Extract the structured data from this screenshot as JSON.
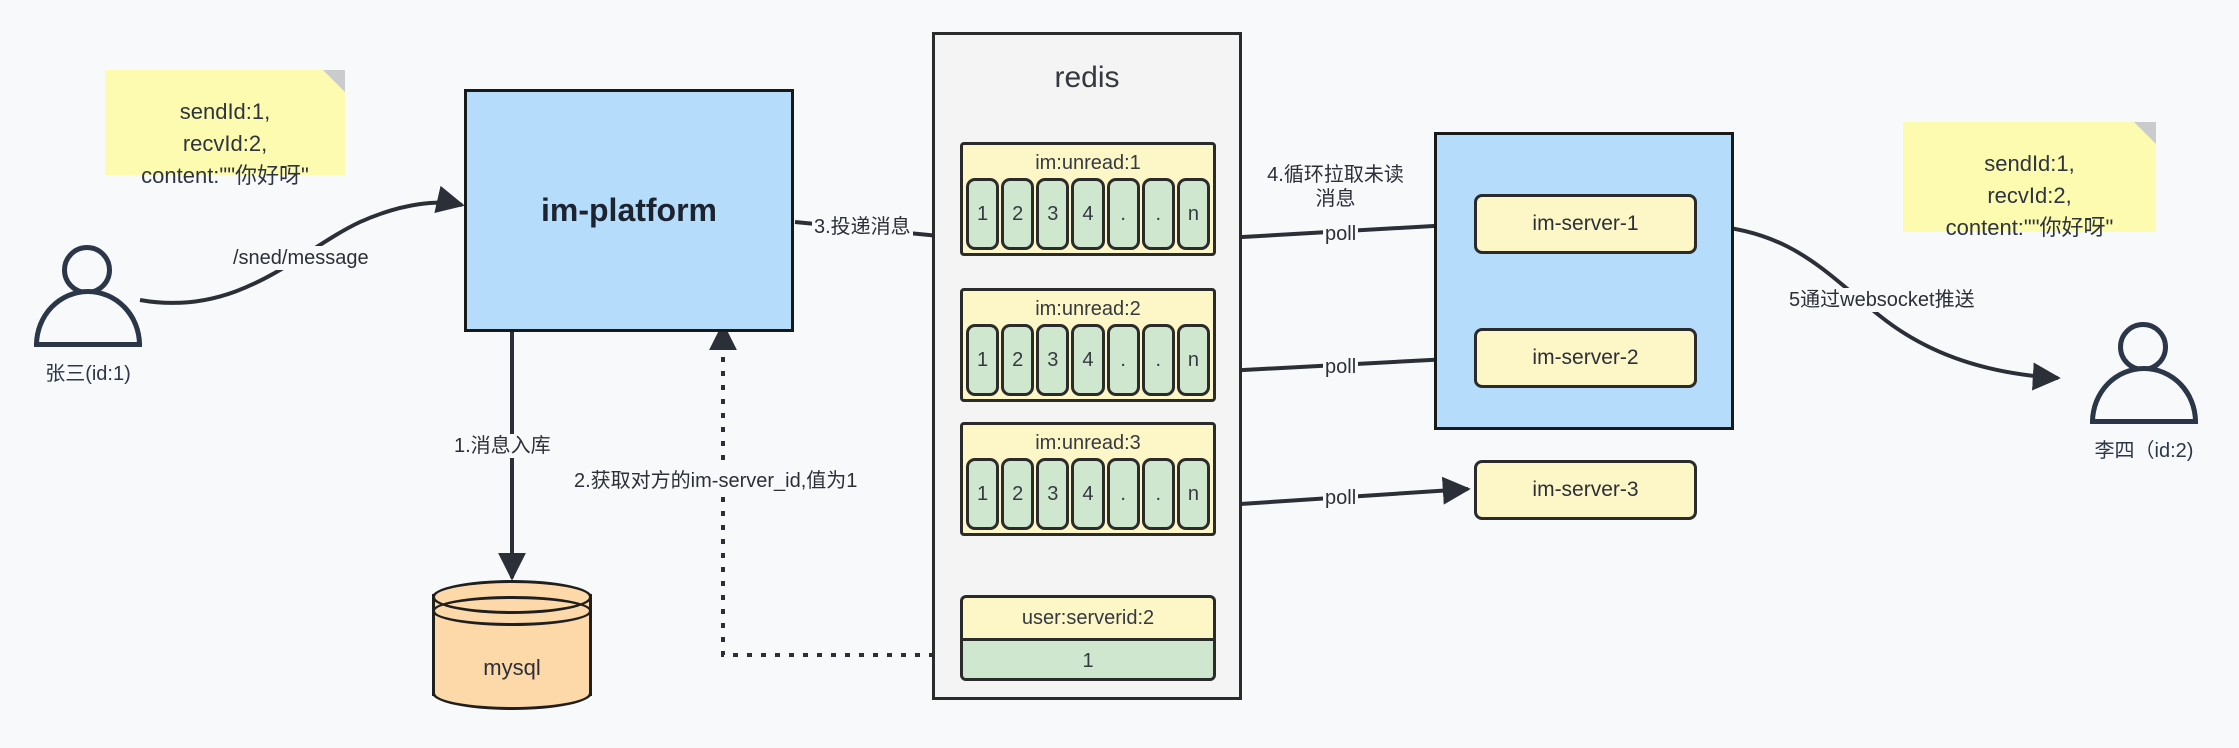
{
  "diagram": {
    "title": "IM message delivery architecture",
    "colors": {
      "background": "#f8f9fa",
      "sticky": "#fdfbb0",
      "platform_blue": "#b6dcfb",
      "queue_yellow": "#fdf6c7",
      "cell_green": "#cfe7cf",
      "mysql_orange": "#fdd8a8",
      "stroke": "#2b2b2b"
    }
  },
  "notes": {
    "left": {
      "lines": [
        "sendId:1,",
        "recvId:2,",
        "content:\"\"你好呀\""
      ]
    },
    "right": {
      "lines": [
        "sendId:1,",
        "recvId:2,",
        "content:\"\"你好呀\""
      ]
    }
  },
  "actors": {
    "sender": {
      "label": "张三(id:1)"
    },
    "receiver": {
      "label": "李四（id:2)"
    }
  },
  "platform": {
    "label": "im-platform"
  },
  "redis": {
    "title": "redis",
    "queues": [
      {
        "key": "im:unread:1",
        "cells": [
          "1",
          "2",
          "3",
          "4",
          ".",
          ".",
          "n"
        ]
      },
      {
        "key": "im:unread:2",
        "cells": [
          "1",
          "2",
          "3",
          "4",
          ".",
          ".",
          "n"
        ]
      },
      {
        "key": "im:unread:3",
        "cells": [
          "1",
          "2",
          "3",
          "4",
          ".",
          ".",
          "n"
        ]
      }
    ],
    "kv": {
      "key": "user:serverid:2",
      "value": "1"
    }
  },
  "cluster": {
    "servers": [
      {
        "label": "im-server-1"
      },
      {
        "label": "im-server-2"
      },
      {
        "label": "im-server-3"
      }
    ]
  },
  "datastore": {
    "label": "mysql"
  },
  "edges": {
    "send_message": "/sned/message",
    "step1": "1.消息入库",
    "step2": "2.获取对方的im-server_id,值为1",
    "step3": "3.投递消息",
    "step4": "4.循环拉取未读消息",
    "step5": "5通过websocket推送",
    "poll1": "poll",
    "poll2": "poll",
    "poll3": "poll"
  }
}
